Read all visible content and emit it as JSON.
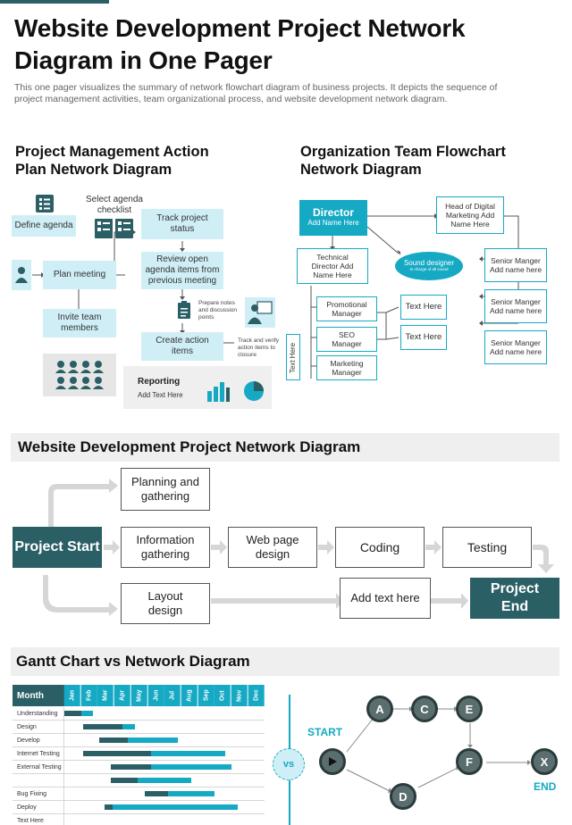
{
  "header": {
    "title_line1": "Website Development Project Network",
    "title_line2": "Diagram in One Pager",
    "subtitle": "This one pager visualizes the summary of network flowchart diagram of business projects. It depicts the sequence of project management activities, team organizational process, and website development network diagram."
  },
  "pm": {
    "title_line1": "Project Management Action",
    "title_line2": "Plan Network Diagram",
    "define_agenda": "Define agenda",
    "select_agenda": "Select agenda checklist",
    "plan_meeting": "Plan meeting",
    "invite_team": "Invite team members",
    "track_status": "Track project status",
    "review_items": "Review open agenda items from previous meeting",
    "prepare_notes": "Prepare notes and discussion points",
    "create_items": "Create action items",
    "track_verify": "Track and verify action items to closure",
    "reporting_title": "Reporting",
    "reporting_text": "Add Text Here"
  },
  "org": {
    "title_line1": "Organization Team Flowchart",
    "title_line2": "Network Diagram",
    "director": "Director",
    "director_sub": "Add Name Here",
    "head_digital": "Head of Digital Marketing Add Name Here",
    "tech_director": "Technical Director Add Name Here",
    "sound_designer": "Sound designer",
    "sound_designer_sub": "In charge of all sound",
    "senior_1": "Senior Manger Add name here",
    "senior_2": "Senior Manger Add name here",
    "senior_3": "Senior Manger Add name here",
    "promo_manager": "Promotional Manager",
    "seo_manager": "SEO Manager",
    "mkt_manager": "Marketing Manager",
    "text_here_1": "Text Here",
    "text_here_2": "Text Here",
    "text_here_vertical": "Text Here"
  },
  "web": {
    "section_title": "Website Development Project Network Diagram",
    "project_start": "Project Start",
    "planning": "Planning and gathering",
    "information": "Information gathering",
    "webpage": "Web page design",
    "coding": "Coding",
    "testing": "Testing",
    "layout": "Layout design",
    "add_text": "Add text here",
    "project_end": "Project End"
  },
  "gantt": {
    "section_title": "Gantt Chart vs Network Diagram",
    "month_label": "Month",
    "months": [
      "Jan",
      "Feb",
      "Mar",
      "Apr",
      "May",
      "Jun",
      "Jul",
      "Aug",
      "Sep",
      "Oct",
      "Nov",
      "Dec"
    ],
    "rows": [
      {
        "label": "Understanding",
        "dark": [
          0,
          1
        ],
        "light": [
          1,
          1.7
        ]
      },
      {
        "label": "Design",
        "dark": [
          1.1,
          3.5
        ],
        "light": [
          3.5,
          4.2
        ]
      },
      {
        "label": "Develop",
        "dark": [
          2.1,
          3.8
        ],
        "light": [
          3.8,
          6.8
        ]
      },
      {
        "label": "Internet Testing",
        "dark": [
          1.1,
          5.2
        ],
        "light": [
          5.2,
          9.6
        ]
      },
      {
        "label": "External Testing",
        "dark": [
          2.8,
          5.2
        ],
        "light": [
          5.2,
          10.0
        ]
      },
      {
        "label": "",
        "dark": [
          2.8,
          4.4
        ],
        "light": [
          4.4,
          7.6
        ]
      },
      {
        "label": "Bug Fixing",
        "dark": [
          4.8,
          6.2
        ],
        "light": [
          6.2,
          9.0
        ]
      },
      {
        "label": "Deploy",
        "dark": [
          2.4,
          2.9
        ],
        "light": [
          2.9,
          10.4
        ]
      },
      {
        "label": "Text Here",
        "dark": [
          0,
          0
        ],
        "light": [
          0,
          0
        ]
      }
    ],
    "vs_label": "vs",
    "start_label": "START",
    "end_label": "END",
    "nodes": [
      "A",
      "C",
      "E",
      "F",
      "D",
      "X"
    ]
  },
  "colors": {
    "teal_dark": "#2b5f66",
    "cyan": "#16a9c4",
    "light_blue": "#cfeef6"
  }
}
